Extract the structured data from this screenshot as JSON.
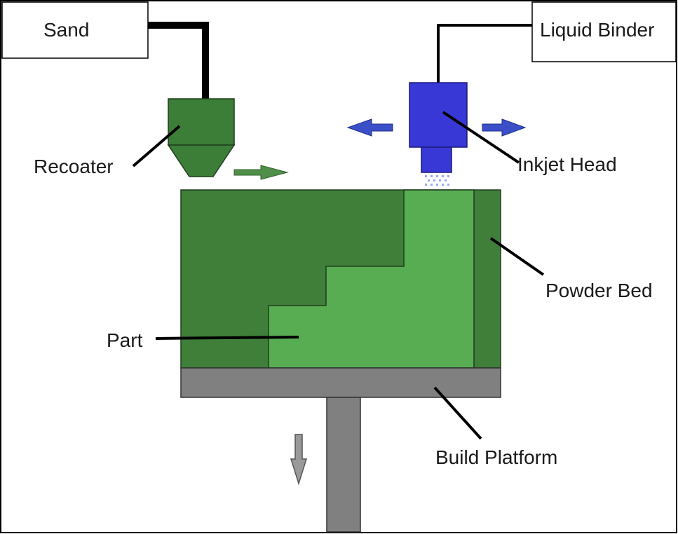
{
  "labels": {
    "sand": "Sand",
    "liquid_binder": "Liquid Binder",
    "recoater": "Recoater",
    "inkjet_head": "Inkjet Head",
    "powder_bed": "Powder Bed",
    "part": "Part",
    "build_platform": "Build Platform"
  },
  "colors": {
    "powder_dark": "#3f7f3a",
    "part_light": "#58ad52",
    "recoater": "#3c7d38",
    "inkjet": "#3838d6",
    "arrow_blue": "#3a4fc8",
    "arrow_green": "#4f8f4a",
    "platform": "#808080",
    "line": "#000000"
  }
}
